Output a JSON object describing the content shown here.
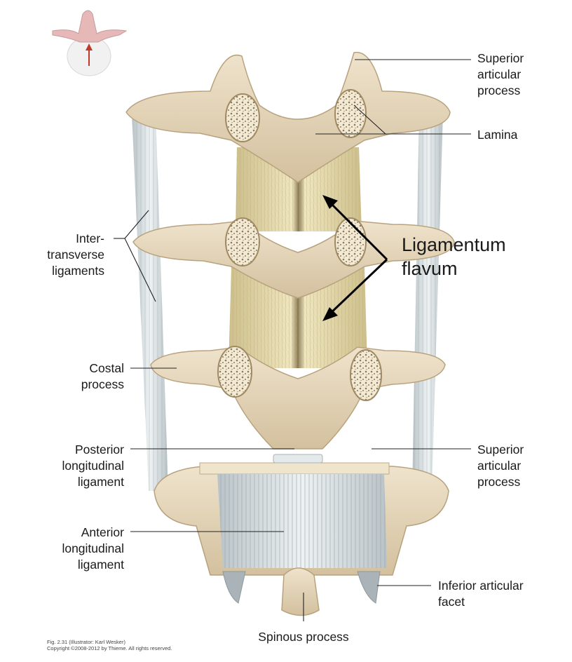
{
  "labels": {
    "superior_articular_top": [
      "Superior",
      "articular",
      "process"
    ],
    "lamina": [
      "Lamina"
    ],
    "inter_transverse": [
      "Inter-",
      "transverse",
      "ligaments"
    ],
    "ligamentum_flavum": [
      "Ligamentum",
      "flavum"
    ],
    "costal_process": [
      "Costal",
      "process"
    ],
    "posterior_longitudinal": [
      "Posterior",
      "longitudinal",
      "ligament"
    ],
    "superior_articular_bottom": [
      "Superior",
      "articular",
      "process"
    ],
    "anterior_longitudinal": [
      "Anterior",
      "longitudinal",
      "ligament"
    ],
    "inferior_articular_facet": [
      "Inferior articular",
      "facet"
    ],
    "spinous_process": [
      "Spinous process"
    ]
  },
  "credit": {
    "line1": "Fig. 2.31   (Illustrator: Karl Wesker)",
    "line2": "Copyright ©2008-2012 by Thieme. All rights reserved."
  },
  "colors": {
    "bone": "#e6d6bc",
    "bone_shade": "#c9b592",
    "ligament_flavum": "#e8dcae",
    "ligament_grey": "#cfd7da",
    "leader": "#222222",
    "arrow": "#000000",
    "thumb_arrow": "#c0392b"
  }
}
